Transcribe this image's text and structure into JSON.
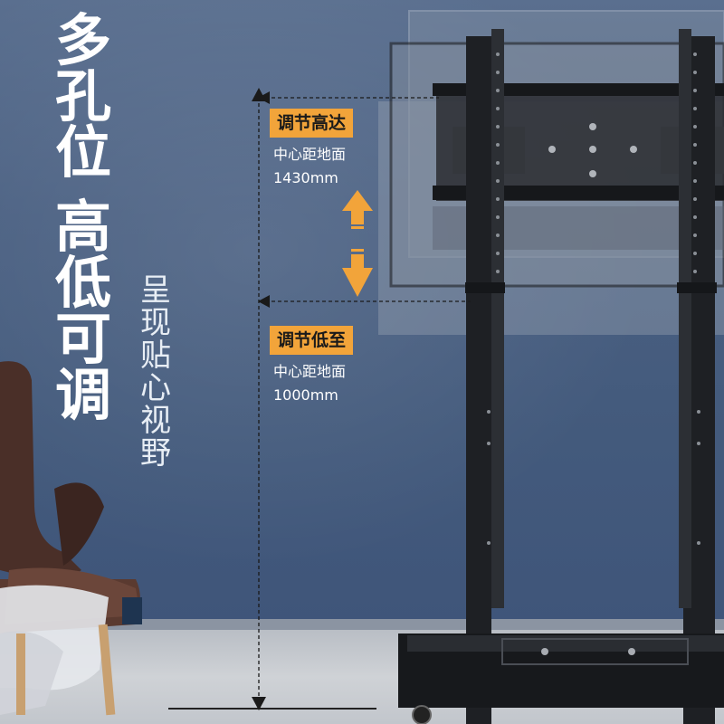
{
  "headline": [
    "多",
    "孔",
    "位",
    "高",
    "低",
    "可",
    "调"
  ],
  "subline": [
    "呈",
    "现",
    "贴",
    "心",
    "视",
    "野"
  ],
  "top_label": "调节高达",
  "top_info_line1": "中心距地面",
  "top_info_line2": "1430mm",
  "bottom_label": "调节低至",
  "bottom_info_line1": "中心距地面",
  "bottom_info_line2": "1000mm",
  "colors": {
    "accent": "#f2a43a",
    "wall": "#4a6082",
    "stand": "#1e2024"
  },
  "icons": [
    "up-arrow-icon",
    "down-arrow-icon"
  ]
}
